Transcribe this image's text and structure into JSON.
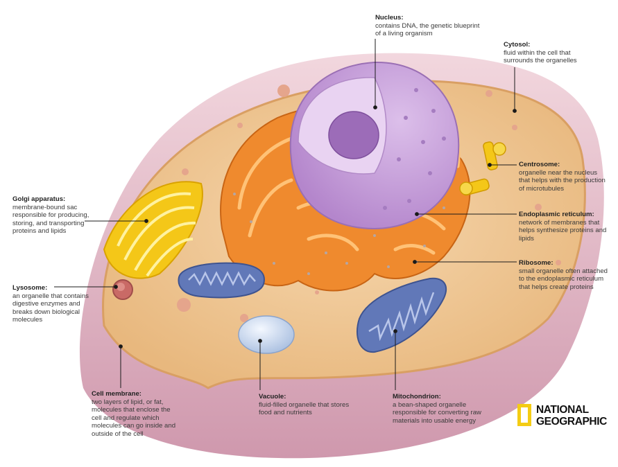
{
  "labels": {
    "nucleus": {
      "title": "Nucleus:",
      "desc": "contains DNA, the genetic blueprint of a living organism"
    },
    "cytosol": {
      "title": "Cytosol:",
      "desc": "fluid within the cell that surrounds the organelles"
    },
    "centrosome": {
      "title": "Centrosome:",
      "desc": "organelle near the nucleus that helps with the production of microtubules"
    },
    "er": {
      "title": "Endoplasmic reticulum:",
      "desc": "network of membranes that helps synthesize proteins and lipids"
    },
    "ribosome": {
      "title": "Ribosome:",
      "desc": "small organelle often attached to the endoplasmic reticulum that helps create proteins"
    },
    "golgi": {
      "title": "Golgi apparatus:",
      "desc": "membrane-bound sac responsible for producing, storing, and transporting proteins and lipids"
    },
    "lysosome": {
      "title": "Lysosome:",
      "desc": "an organelle that contains digestive enzymes and breaks down biological molecules"
    },
    "cell_membrane": {
      "title": "Cell membrane:",
      "desc": "two layers of lipid, or fat, molecules that enclose the cell and regulate which molecules can go inside and outside of the cell"
    },
    "vacuole": {
      "title": "Vacuole:",
      "desc": "fluid-filled organelle that stores food and nutrients"
    },
    "mitochondrion": {
      "title": "Mitochondrion:",
      "desc": "a bean-shaped organelle responsible for converting raw materials into usable energy"
    }
  },
  "logo": {
    "line1": "NATIONAL",
    "line2": "GEOGRAPHIC",
    "accent": "#f4cc14"
  },
  "colors": {
    "membrane": "#dcb0bf",
    "cytoplasm": "#f1c995",
    "nucleus": "#c9a0dc",
    "nucleolus": "#9c6cb8",
    "er": "#ef8a2e",
    "golgi": "#f4c718",
    "mitochondrion": "#6178b8",
    "vacuole": "#c9d8ee",
    "lysosome": "#c96a66",
    "leader": "#1a1a1a"
  }
}
